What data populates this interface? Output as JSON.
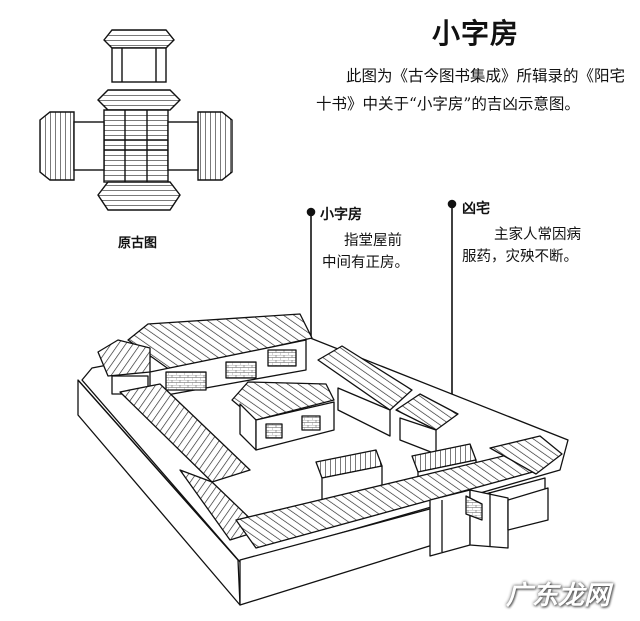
{
  "title": "小字房",
  "description": "此图为《古今图书集成》所辑录的《阳宅十书》中关于“小字房”的吉凶示意图。",
  "original_diagram_caption": "原古图",
  "annotations": [
    {
      "label": "小字房",
      "note": [
        "指堂屋前",
        "中间有正房。"
      ]
    },
    {
      "label": "凶宅",
      "note": [
        "主家人常因病",
        "服药，灾殃不断。"
      ]
    }
  ],
  "watermark": "广东龙网",
  "colors": {
    "ink": "#111111",
    "background": "#ffffff",
    "watermark": "#ffffff"
  }
}
